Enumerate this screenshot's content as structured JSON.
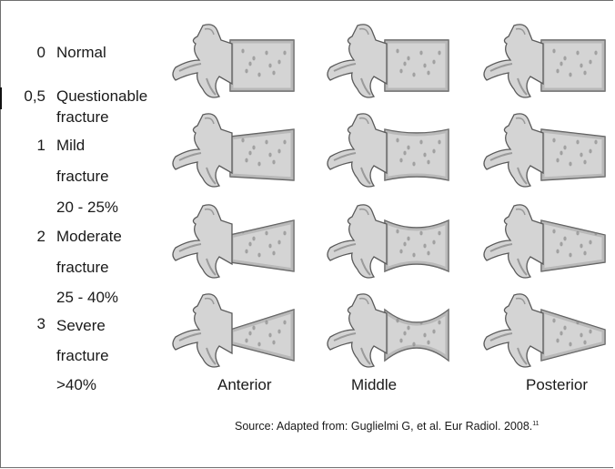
{
  "grades": [
    {
      "number": "0",
      "lines": [
        "Normal"
      ]
    },
    {
      "number": "0,5",
      "lines": [
        "Questionable",
        "fracture"
      ]
    },
    {
      "number": "1",
      "lines": [
        "Mild",
        "fracture",
        "20 - 25%"
      ]
    },
    {
      "number": "2",
      "lines": [
        "Moderate",
        "fracture",
        "25 - 40%"
      ]
    },
    {
      "number": "3",
      "lines": [
        "Severe",
        "fracture",
        ">40%"
      ]
    }
  ],
  "columns": [
    "Anterior",
    "Middle",
    "Posterior"
  ],
  "source": {
    "text": "Source: Adapted from: Guglielmi G, et al. Eur Radiol. 2008.",
    "ref": "11"
  },
  "colors": {
    "bone_fill": "#d4d4d4",
    "bone_outline": "#5a5a5a",
    "shadow": "#9a9a9a",
    "pore": "#8c8c8c"
  }
}
